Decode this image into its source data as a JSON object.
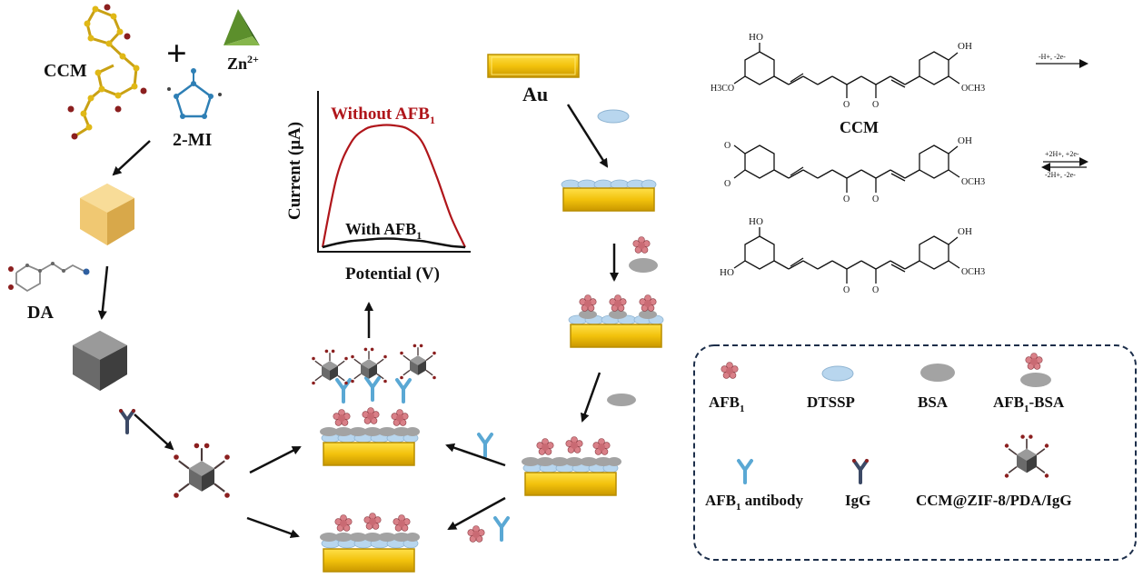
{
  "labels": {
    "ccm": "CCM",
    "plus": "+",
    "zn": "Zn",
    "zn_sup": "2+",
    "mi": "2-MI",
    "da": "DA",
    "au": "Au"
  },
  "chart": {
    "ylabel": "Current (μA)",
    "xlabel": "Potential (V)",
    "without_prefix": "Without AFB",
    "without_sub": "1",
    "with_prefix": "With AFB",
    "with_sub": "1"
  },
  "chem": {
    "ho": "HO",
    "oh": "OH",
    "h3co": "H3CO",
    "och3": "OCH3",
    "o": "O",
    "ccm": "CCM",
    "r1": "-H+, -2e-",
    "r2_top": "+2H+, +2e-",
    "r2_bottom": "-2H+, -2e-"
  },
  "legend": {
    "afb1_prefix": "AFB",
    "afb1_sub": "1",
    "dtssp": "DTSSP",
    "bsa": "BSA",
    "afb1bsa_prefix": "AFB",
    "afb1bsa_sub": "1",
    "afb1bsa_suffix": "-BSA",
    "antibody_prefix": "AFB",
    "antibody_sub": "1",
    "antibody_suffix": " antibody",
    "igg": "IgG",
    "probe": "CCM@ZIF-8/PDA/IgG"
  },
  "colors": {
    "gold": "#f2c20c",
    "gold_dark": "#b88d00",
    "red_curve": "#b0161b",
    "dtssp": "#b8d6ee",
    "bsa": "#a3a3a3",
    "afb1": "#d98088",
    "antibody": "#5aa8d4",
    "cube": "#5a5a5a",
    "zif": "#f0c872",
    "legend_border": "#1c2e4a"
  },
  "chart_data": {
    "type": "line",
    "xlabel": "Potential (V)",
    "ylabel": "Current (μA)",
    "series": [
      {
        "name": "Without AFB1",
        "x": [
          0,
          0.1,
          0.2,
          0.3,
          0.4,
          0.5,
          0.6,
          0.7,
          0.8,
          0.9,
          1.0
        ],
        "y": [
          0,
          0.58,
          0.86,
          0.97,
          1.0,
          1.0,
          0.97,
          0.86,
          0.58,
          0.25,
          0
        ]
      },
      {
        "name": "With AFB1",
        "x": [
          0,
          0.1,
          0.2,
          0.3,
          0.4,
          0.5,
          0.6,
          0.7,
          0.8,
          0.9,
          1.0
        ],
        "y": [
          0,
          0.03,
          0.05,
          0.06,
          0.07,
          0.07,
          0.06,
          0.05,
          0.03,
          0.01,
          0
        ]
      }
    ]
  }
}
